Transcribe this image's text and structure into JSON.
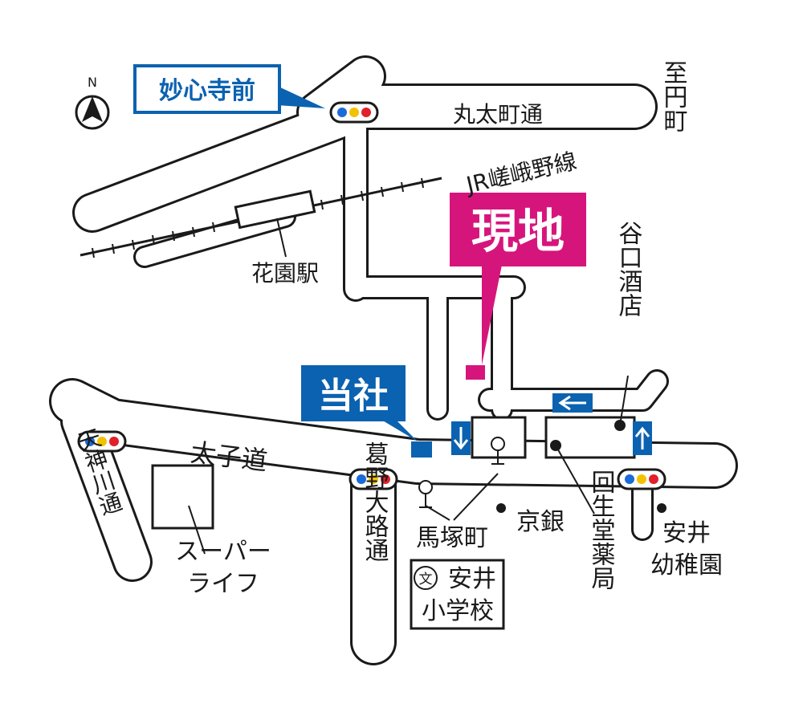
{
  "compass": {
    "north_label": "N"
  },
  "callouts": {
    "myoshinjimae": "妙心寺前",
    "genchi": "現地",
    "tousha": "当社"
  },
  "roads": {
    "marutamachi": "丸太町通",
    "jr_line": "JR嵯峨野線",
    "taishimichi": "太子道",
    "shiencho": "至円町",
    "tenjingawa": "天神川通",
    "kadonooji": "葛野大路通"
  },
  "places": {
    "hanazono_station": "花園駅",
    "taniguchi_saketen": "谷口酒店",
    "supermarket_line1": "スーパー",
    "supermarket_line2": "ライフ",
    "mazukacho": "馬塚町",
    "kyogin": "京銀",
    "kaiseido_pharmacy": "回生堂薬局",
    "yasui_kindergarten_line1": "安井",
    "yasui_kindergarten_line2": "幼稚園",
    "school_symbol": "文",
    "yasui_school_line1": "安井",
    "yasui_school_line2": "小学校"
  },
  "colors": {
    "blue": "#0b62b0",
    "magenta": "#d6157c",
    "signal_blue": "#1a6bd8",
    "signal_yellow": "#f2c200",
    "signal_red": "#e0202a"
  }
}
